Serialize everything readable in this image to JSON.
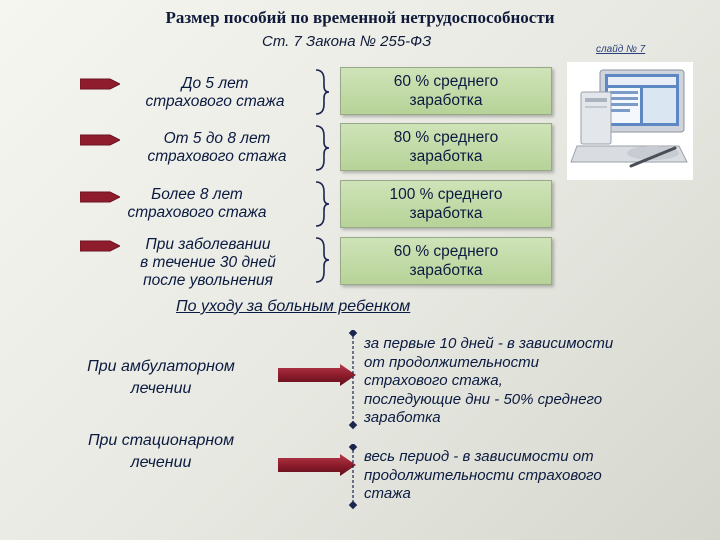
{
  "header": {
    "title": "Размер пособий по временной нетрудоспособности",
    "subtitle": "Ст.  7 Закона № 255-ФЗ",
    "slide_label": "слайд № 7"
  },
  "rates": [
    {
      "condition": "До 5 лет\nстрахового стажа",
      "amount": "60 % среднего\nзаработка"
    },
    {
      "condition": "От 5 до 8 лет\nстрахового стажа",
      "amount": "80 % среднего\nзаработка"
    },
    {
      "condition": "Более 8 лет\nстрахового стажа",
      "amount": "100 % среднего\nзаработка"
    },
    {
      "condition": "При заболевании\nв течение 30  дней\nпосле увольнения",
      "amount": "60 % среднего\nзаработка"
    }
  ],
  "child_care": {
    "title": "По уходу за больным ребенком",
    "items": [
      {
        "type": "При амбулаторном\nлечении",
        "description": "за первые 10 дней - в зависимости\nот продолжительности\nстрахового стажа,\nпоследующие дни  - 50%  среднего\nзаработка"
      },
      {
        "type": "При стационарном\nлечении",
        "description": "весь период - в зависимости от\nпродолжительности страхового\nстажа"
      }
    ]
  },
  "colors": {
    "box_fill": "#c4dba8",
    "arrow": "#8e1c2c",
    "text": "#0b1a40"
  },
  "icons": {
    "illustration": "computer-monitor-icon",
    "pointer": "red-arrow-icon"
  }
}
